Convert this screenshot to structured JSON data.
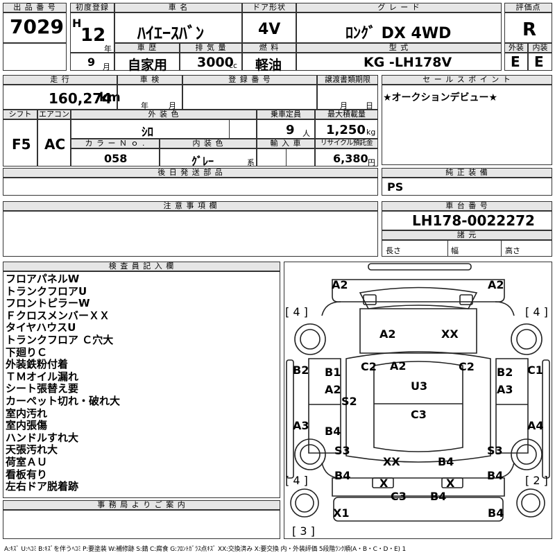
{
  "header": {
    "lot_label": "出 品 番 号",
    "lot_value": "7029",
    "first_reg_label": "初度登録",
    "era": "H",
    "year": "12",
    "year_unit": "年",
    "month": "9",
    "month_unit": "月",
    "car_name_label": "車 名",
    "car_name": "ﾊｲｴｰｽﾊﾞﾝ",
    "door_label": "ドア形状",
    "door": "4V",
    "grade_label": "グ レ ー ド",
    "grade": "ﾛﾝｸﾞ DX 4WD",
    "score_label": "評価点",
    "score": "R",
    "history_label": "車 歴",
    "history": "自家用",
    "displacement_label": "排 気 量",
    "displacement": "3000",
    "displacement_unit": "cc",
    "fuel_label": "燃 料",
    "fuel": "軽油",
    "model_label": "型 式",
    "model": "KG -LH178V",
    "exterior_label": "外装",
    "exterior": "E",
    "interior_label": "内装",
    "interior": "E"
  },
  "row2": {
    "mileage_label": "走 行",
    "mileage": "160,274",
    "mileage_unit": "km",
    "inspection_label": "車 検",
    "inspection_year_unit": "年",
    "inspection_month_unit": "月",
    "regno_label": "登 録 番 号",
    "transfer_label": "譲渡書類期限",
    "transfer_month_unit": "月",
    "transfer_day_unit": "日",
    "salespoint_label": "セ ー ル ス ポ イ ン ト",
    "salespoint": "★オークションデビュー★"
  },
  "row3": {
    "shift_label": "シフト",
    "shift": "F5",
    "ac_label": "エアコン",
    "ac": "AC",
    "ext_color_label": "外 装 色",
    "ext_color": "ｼﾛ",
    "capacity_label": "乗車定員",
    "capacity": "9",
    "capacity_unit": "人",
    "maxload_label": "最大積載量",
    "maxload": "1,250",
    "maxload_unit": "kg",
    "colorno_label": "カ ラ ー Ｎ ｏ .",
    "colorno": "058",
    "int_color_label": "内 装 色",
    "int_color": "ｸﾞﾚｰ",
    "int_color_suffix": "系",
    "import_label": "輸 入 車",
    "recycle_label": "リサイクル預託金",
    "recycle": "6,380",
    "recycle_unit": "円",
    "later_parts_label": "後 日 発 送 部 品",
    "genuine_label": "純 正 装 備",
    "genuine": "PS"
  },
  "notes": {
    "caution_label": "注 意 事 項 欄",
    "chassis_label": "車 台 番 号",
    "chassis": "LH178-0022272",
    "specs_label": "諸 元",
    "length_label": "長さ",
    "width_label": "幅",
    "height_label": "高さ"
  },
  "inspector": {
    "label": "検 査 員 記 入 欄",
    "lines": [
      "フロアパネルW",
      "トランクフロアU",
      "フロントピラーW",
      "ＦクロスメンバーＸＸ",
      "タイヤハウスU",
      "トランクフロア Ｃ穴大",
      "下廻りＣ",
      "外装鉄粉付着",
      "ＴＭオイル漏れ",
      "シート張替え要",
      "カーペット切れ・破れ大",
      "室内汚れ",
      "室内張傷",
      "ハンドルすれ大",
      "天張汚れ大",
      "荷室ＡＵ",
      "看板有り",
      "左右ドア脱着跡"
    ],
    "office_label": "事 務 局 よ り ご 案 内"
  },
  "diagram": {
    "codes": {
      "front_left": "A2",
      "front_right": "A2",
      "side_num_left_top": "[ 4 ]",
      "side_num_right_top": "[ 4 ]",
      "hood_left": "A2",
      "hood_right": "XX",
      "pillar_left": "C2",
      "pillar_right": "C2",
      "windshield": "A2",
      "door_left_front_out": "B2",
      "door_left_front_in": "B1",
      "door_left_mid": "A2",
      "step_left": "S2",
      "roof": "U3",
      "door_right_front_in": "B2",
      "door_right_front_out": "C1",
      "door_right_mid": "A3",
      "door_left_rear_out": "A3",
      "door_left_rear_in": "B4",
      "roof_rear": "C3",
      "door_right_rear_out": "A4",
      "qtr_left": "S3",
      "qtr_right": "S3",
      "rear_floor_left": "XX",
      "rear_floor_right": "B4",
      "rear_left": "B4",
      "rear_right": "B4",
      "side_num_left_bottom": "[ 4 ]",
      "side_num_right_bottom": "[ 2 ]",
      "lamp_left": "X",
      "lamp_right": "X",
      "bumper_c3": "C3",
      "bumper_b4": "B4",
      "rear_bumper_left": "X1",
      "rear_bumper_right": "B4",
      "rear_num": "[ 3 ]"
    }
  },
  "legend": "A:ｷｽﾞ U:ﾍｺﾐ B:ｷｽﾞを伴うﾍｺﾐ P:要塗装 W:補修跡 S:錆 C:腐食 G:ﾌﾛﾝﾄｶﾞﾗｽ点ｷｽﾞ XX:交換済み X:要交換 内・外装評価 5段階ﾗﾝｸ順(A・B・C・D・E) 1"
}
